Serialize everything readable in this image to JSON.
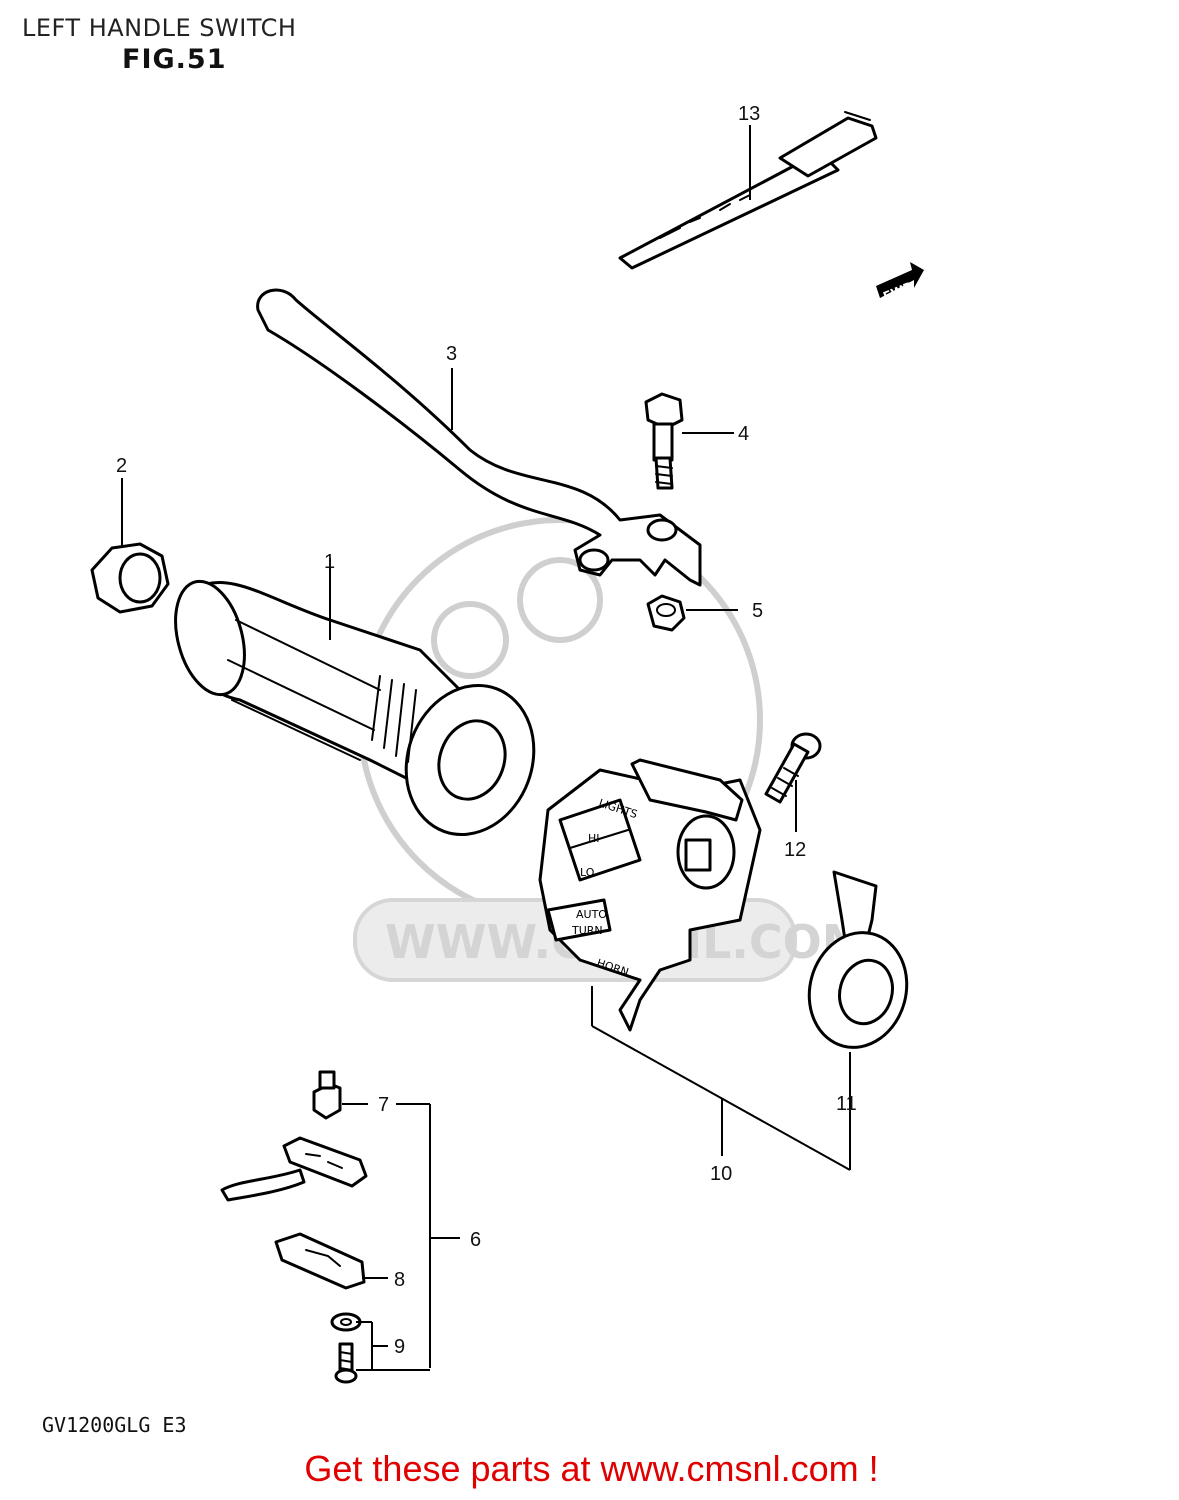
{
  "header": {
    "title": "LEFT HANDLE SWITCH",
    "figure": "FIG.51"
  },
  "watermark": {
    "text": "WWW.CMSNL.COM"
  },
  "fwd_arrow_label": "FWD",
  "switch_labels": {
    "lights": "LIGHTS",
    "hi": "HI",
    "lo": "LO",
    "auto": "AUTO",
    "turn": "TURN",
    "horn": "HORN"
  },
  "callouts": [
    "1",
    "2",
    "3",
    "4",
    "5",
    "6",
    "7",
    "8",
    "9",
    "10",
    "11",
    "12",
    "13"
  ],
  "model_code": "GV1200GLG  E3",
  "footer": {
    "link_text": "Get these parts at www.cmsnl.com !"
  }
}
